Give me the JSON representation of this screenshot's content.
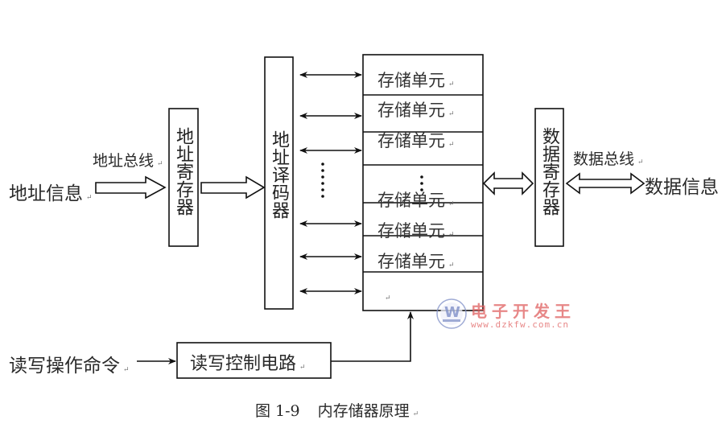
{
  "diagram": {
    "title": "内存储器原理",
    "figure_number": "图 1-9",
    "nodes": {
      "address_info": "地址信息",
      "address_bus": "地址总线",
      "address_register": "地址寄存器",
      "address_decoder": "地址译码器",
      "data_register": "数据寄存器",
      "data_bus": "数据总线",
      "data_info": "数据信息",
      "rw_command": "读写操作命令",
      "rw_control": "读写控制电路"
    },
    "memory_cells": [
      {
        "label": "存储单元"
      },
      {
        "label": "存储单元"
      },
      {
        "label": "存储单元"
      },
      {
        "label": "⋮"
      },
      {
        "label": "存储单元"
      },
      {
        "label": "存储单元"
      },
      {
        "label": "存储单元"
      },
      {
        "label": ""
      }
    ],
    "ellipsis": "⋮",
    "paragraph_mark": "↵",
    "edges": [
      {
        "from": "地址信息",
        "to": "地址寄存器",
        "style": "hollow-arrow"
      },
      {
        "from": "地址寄存器",
        "to": "地址译码器",
        "style": "hollow-arrow"
      },
      {
        "from": "地址译码器",
        "to": "存储单元",
        "style": "double-arrow",
        "count": 6
      },
      {
        "from": "存储单元",
        "to": "数据寄存器",
        "style": "hollow-double-arrow"
      },
      {
        "from": "数据寄存器",
        "to": "数据信息",
        "style": "hollow-double-arrow"
      },
      {
        "from": "读写操作命令",
        "to": "读写控制电路",
        "style": "arrow"
      },
      {
        "from": "读写控制电路",
        "to": "存储单元",
        "style": "arrow"
      }
    ]
  },
  "watermark": {
    "text": "电子开发王",
    "url": "www.dzkfw.com.cn",
    "logo_letter": "W",
    "color": "#e06060",
    "logo_color": "#8090c8"
  }
}
